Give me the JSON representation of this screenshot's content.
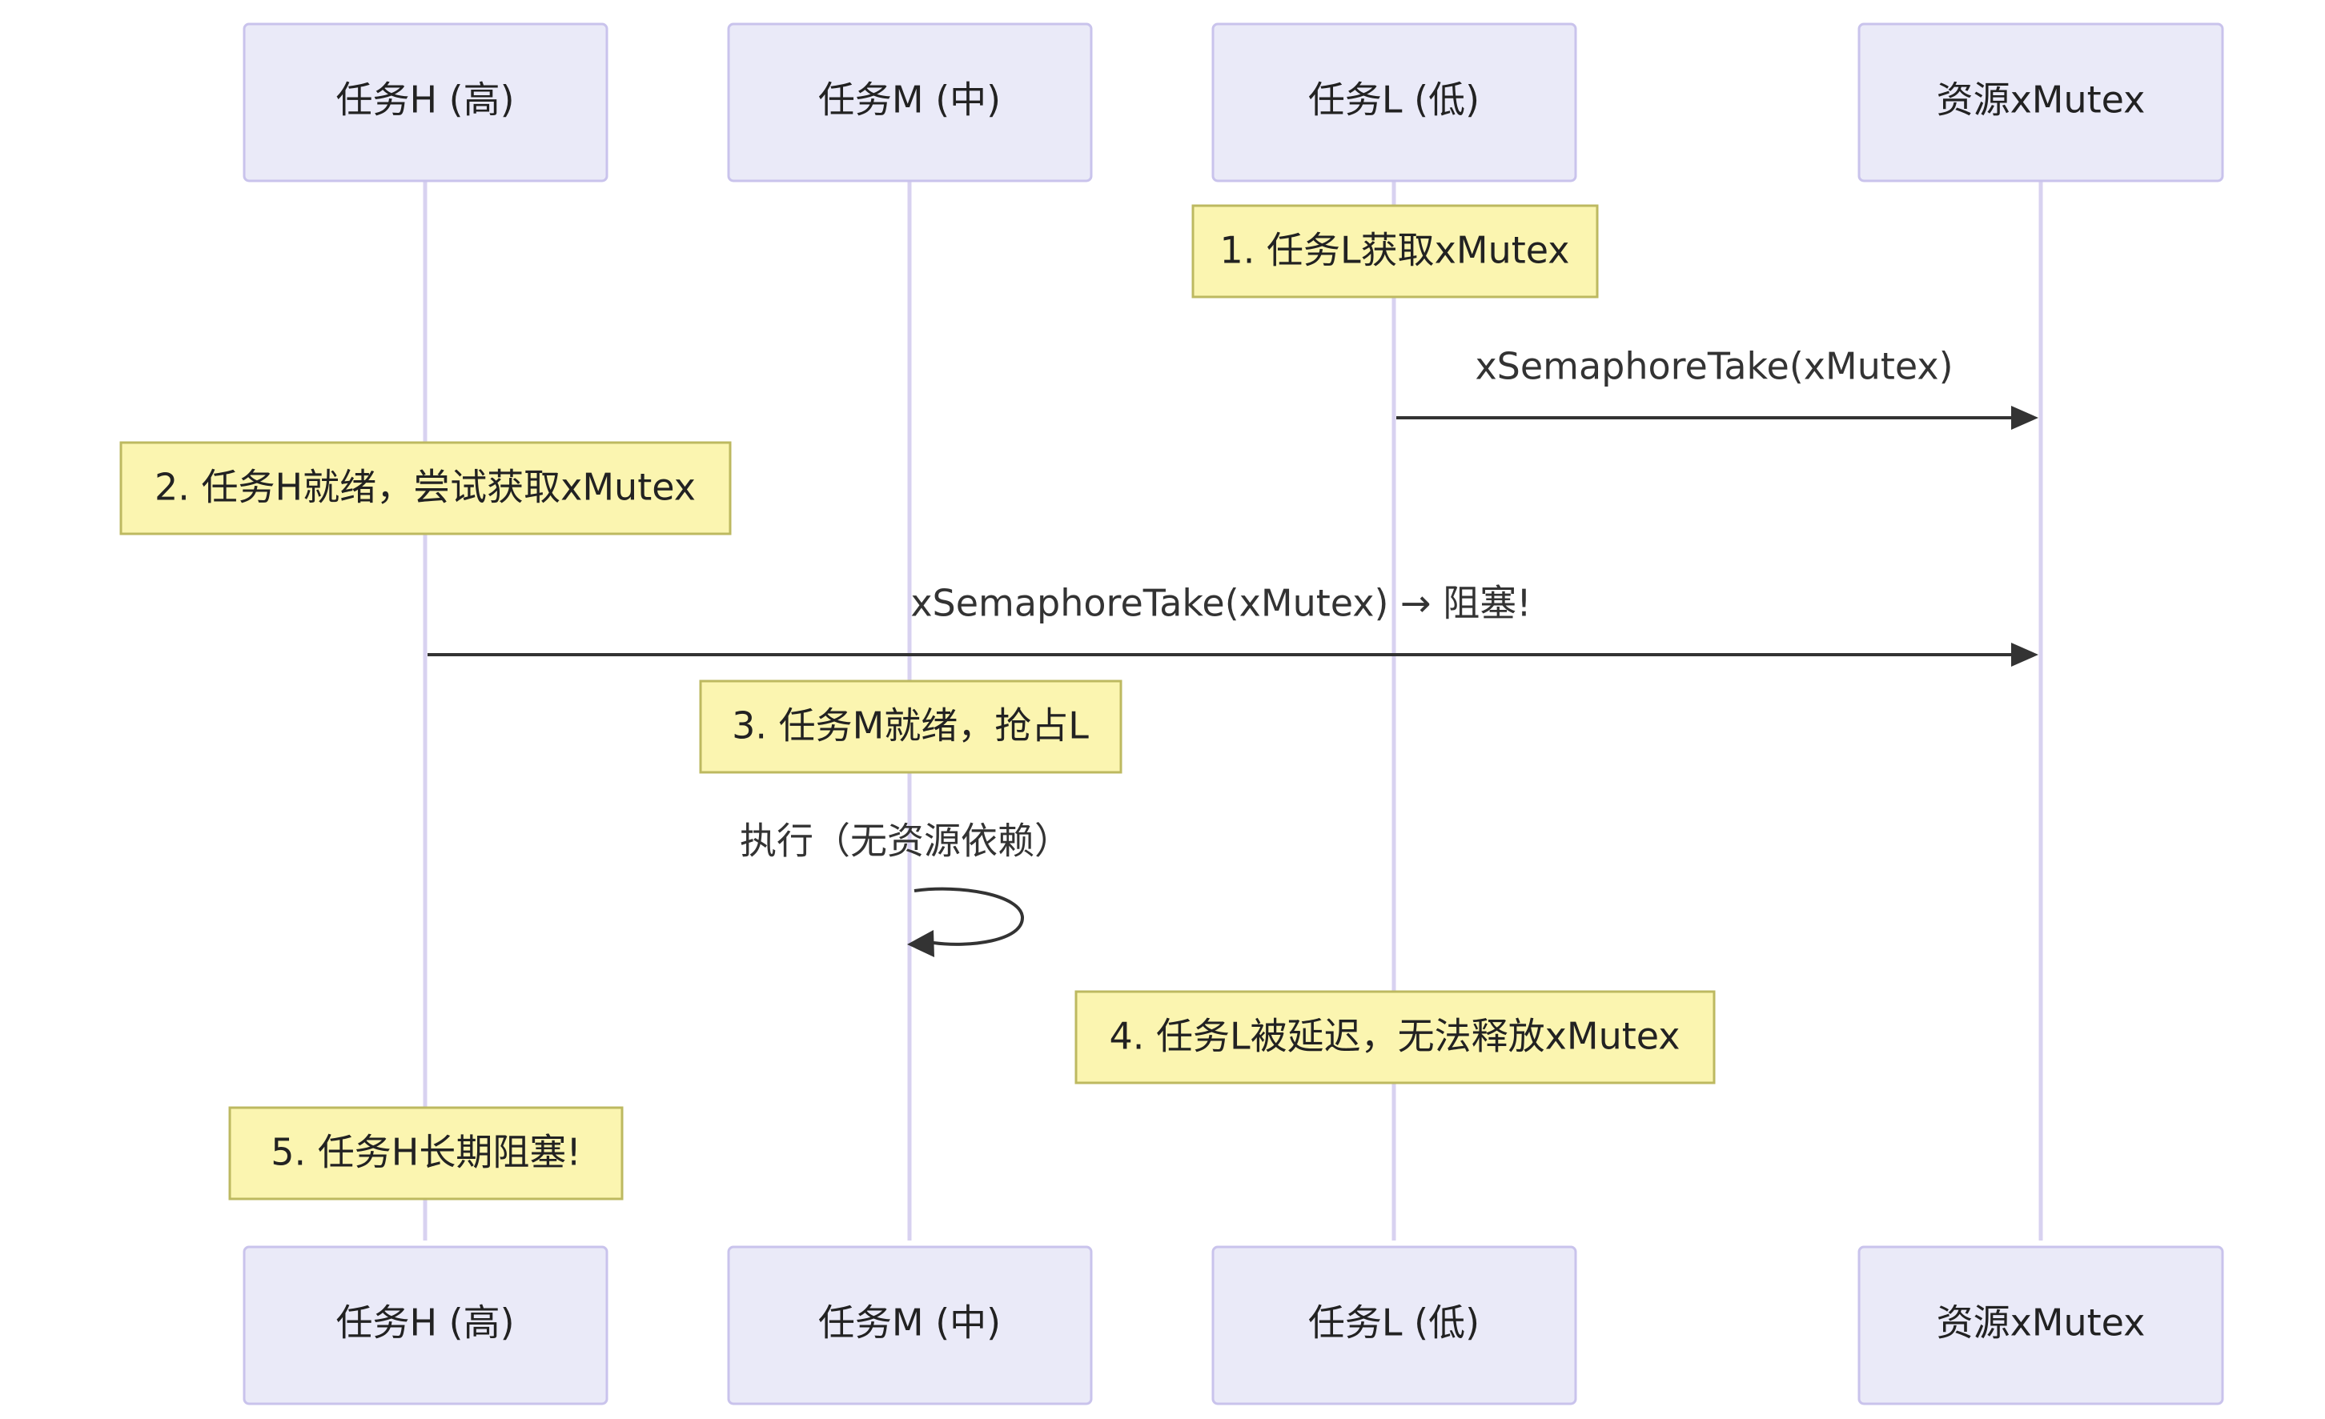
{
  "actors": {
    "h": "任务H (高)",
    "m": "任务M (中)",
    "l": "任务L (低)",
    "mutex": "资源xMutex"
  },
  "notes": {
    "n1": "1. 任务L获取xMutex",
    "n2": "2. 任务H就绪，尝试获取xMutex",
    "n3": "3. 任务M就绪，抢占L",
    "n4": "4. 任务L被延迟，无法释放xMutex",
    "n5": "5. 任务H长期阻塞!"
  },
  "messages": {
    "m1": "xSemaphoreTake(xMutex)",
    "m2": "xSemaphoreTake(xMutex) → 阻塞!",
    "m3": "执行（无资源依赖）"
  },
  "colors": {
    "actor_fill": "#eaeaf8",
    "actor_border": "#c9c3ec",
    "lifeline": "#d8d2f0",
    "note_fill": "#fbf5b0",
    "note_border": "#bdb960",
    "arrow": "#333333"
  }
}
